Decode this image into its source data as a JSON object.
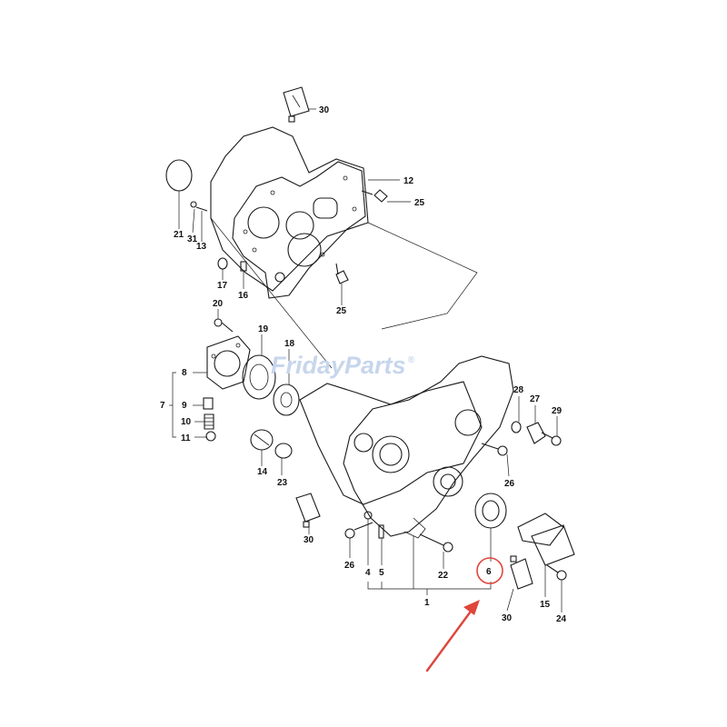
{
  "watermark": {
    "text": "FridayParts",
    "reg": "®",
    "color": "#c7d6ec"
  },
  "callout": {
    "highlighted_part": "6",
    "circle_color": "#e0453a",
    "arrow_color": "#e0453a"
  },
  "labels": {
    "p30a": "30",
    "p12": "12",
    "p25a": "25",
    "p21": "21",
    "p31": "31",
    "p13": "13",
    "p17": "17",
    "p16": "16",
    "p25b": "25",
    "p20": "20",
    "p19": "19",
    "p18": "18",
    "p8": "8",
    "p7": "7",
    "p9": "9",
    "p10": "10",
    "p11": "11",
    "p14": "14",
    "p23": "23",
    "p28": "28",
    "p27": "27",
    "p29": "29",
    "p26a": "26",
    "p30b": "30",
    "p26b": "26",
    "p4": "4",
    "p5": "5",
    "p22": "22",
    "p6": "6",
    "p1": "1",
    "p15": "15",
    "p24": "24",
    "p30c": "30"
  },
  "icons": [
    "sealant-tube-icon",
    "bolt-icon",
    "gasket-icon",
    "o-ring-icon",
    "oil-seal-icon",
    "callout-arrow-icon"
  ]
}
